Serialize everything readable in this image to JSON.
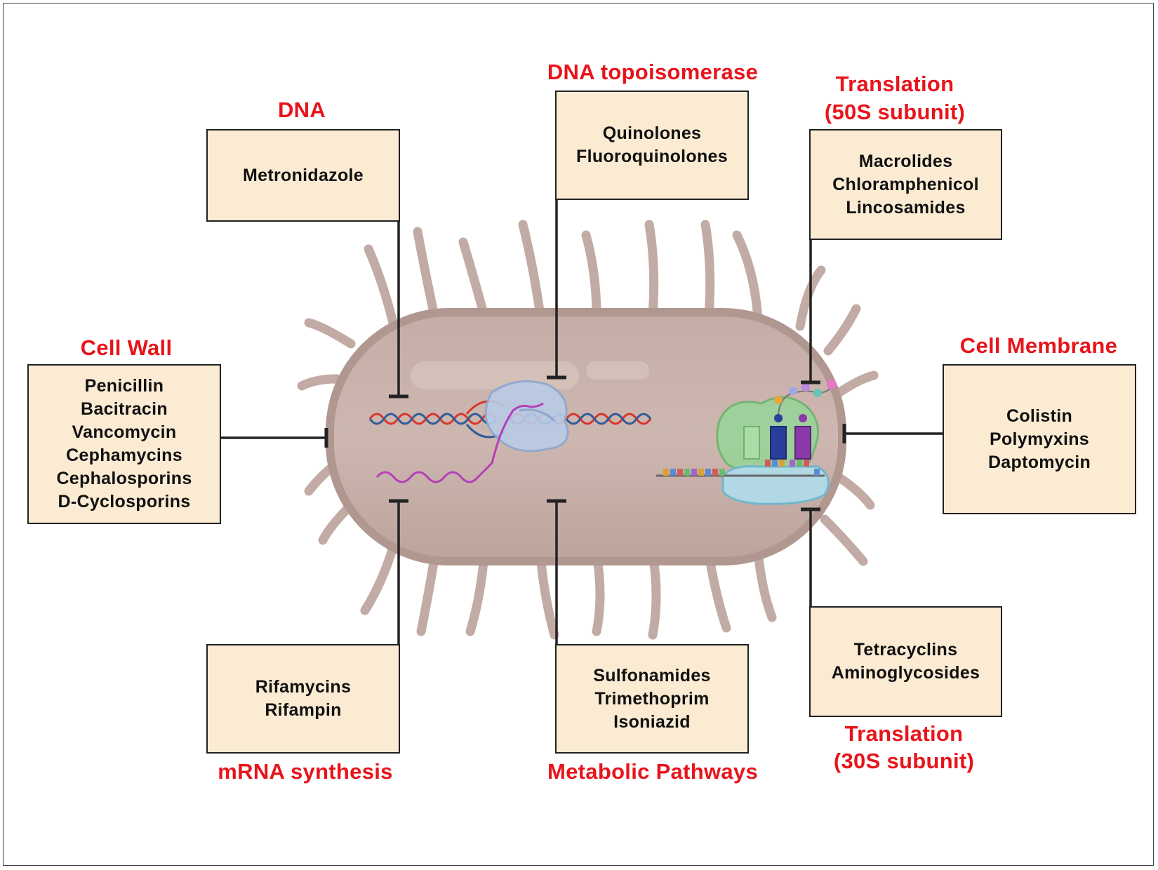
{
  "colors": {
    "label_red": "#e8141b",
    "box_fill": "#fcebd3",
    "box_border": "#222222",
    "cell_body": "#c9b3ad",
    "cell_outline": "#b09790",
    "inhibitor_line": "#222222"
  },
  "targets": {
    "dna": {
      "title": "DNA",
      "drugs": [
        "Metronidazole"
      ]
    },
    "topoisomerase": {
      "title": "DNA topoisomerase",
      "drugs": [
        "Quinolones",
        "Fluoroquinolones"
      ]
    },
    "translation_50s": {
      "title_line1": "Translation",
      "title_line2": "(50S subunit)",
      "drugs": [
        "Macrolides",
        "Chloramphenicol",
        "Lincosamides"
      ]
    },
    "cell_wall": {
      "title": "Cell Wall",
      "drugs": [
        "Penicillin",
        "Bacitracin",
        "Vancomycin",
        "Cephamycins",
        "Cephalosporins",
        "D-Cyclosporins"
      ]
    },
    "cell_membrane": {
      "title": "Cell Membrane",
      "drugs": [
        "Colistin",
        "Polymyxins",
        "Daptomycin"
      ]
    },
    "mrna": {
      "title": "mRNA synthesis",
      "drugs": [
        "Rifamycins",
        "Rifampin"
      ]
    },
    "metabolic": {
      "title": "Metabolic Pathways",
      "drugs": [
        "Sulfonamides",
        "Trimethoprim",
        "Isoniazid"
      ]
    },
    "translation_30s": {
      "title_line1": "Translation",
      "title_line2": "(30S subunit)",
      "drugs": [
        "Tetracyclins",
        "Aminoglycosides"
      ]
    }
  }
}
